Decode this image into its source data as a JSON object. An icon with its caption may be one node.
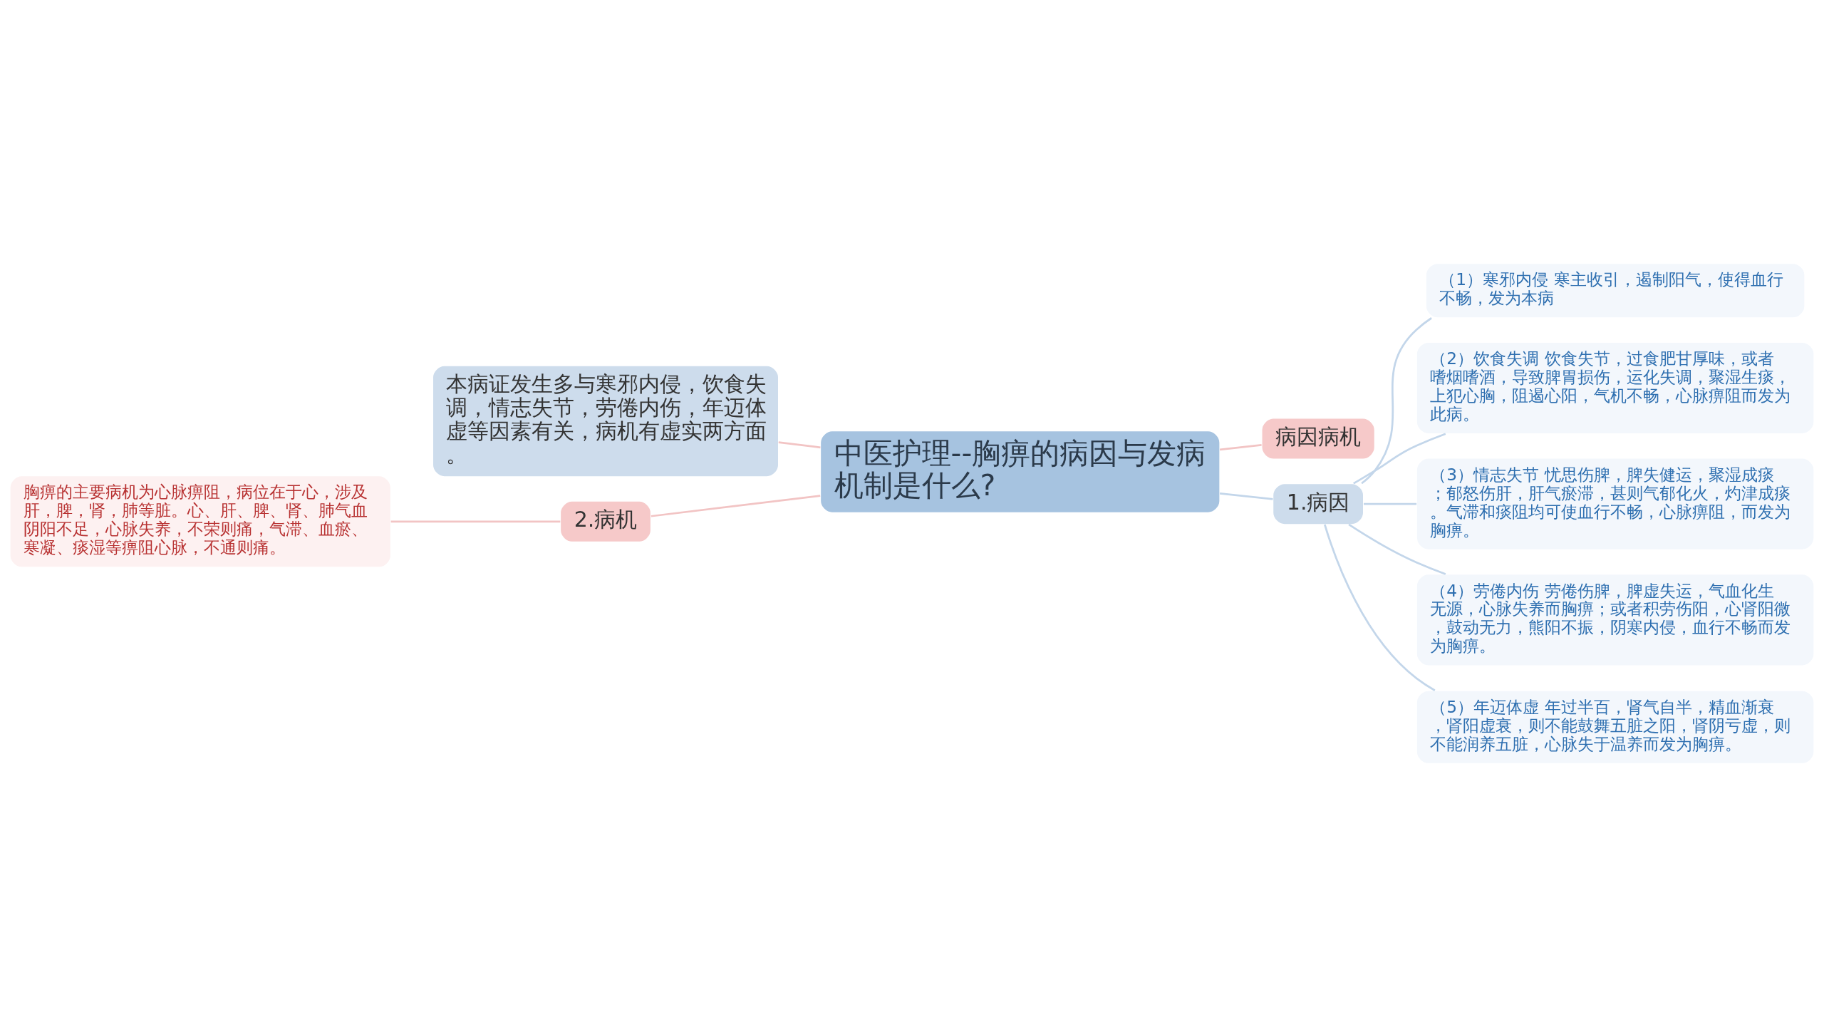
{
  "diagram": {
    "nodes": [
      {
        "text": [
          "中医护理--胸痹的病因与发病机制是什么?"
        ]
      },
      {
        "text": [
          "病因病机"
        ]
      },
      {
        "text": [
          "1.病因"
        ]
      },
      {
        "text": [
          "（1）寒邪内侵 寒主收引，遏制阳气，使得血行不畅，发为本病"
        ]
      },
      {
        "text": [
          "（2）饮食失调 饮食失节，过食肥甘厚味，或者嗜烟嗜酒，导致脾胃损伤，运化失调，聚湿生痰，上犯心胸，阻遏心阳，气机不畅，心脉痹阻而发为此病。"
        ]
      },
      {
        "text": [
          "（3）情志失节 忧思伤脾，脾失健运，聚湿成痰；郁怒伤肝，肝气瘀滞，甚则气郁化火，灼津成痰。气滞和痰阻均可使血行不畅，心脉痹阻，而发为胸痹。"
        ]
      },
      {
        "text": [
          "（4）劳倦内伤 劳倦伤脾，脾虚失运，气血化生无源，心脉失养而胸痹；或者积劳伤阳，心肾阳微，鼓动无力，熊阳不振，阴寒内侵，血行不畅而发为胸痹。"
        ]
      },
      {
        "text": [
          "（5）年迈体虚 年过半百，肾气自半，精血渐衰，肾阳虚衰，则不能鼓舞五脏之阳，肾阴亏虚，则不能润养五脏，心脉失于温养而发为胸痹。"
        ]
      },
      {
        "text": [
          "本病证发生多与寒邪内侵，饮食失调，情志失节，劳倦内伤，年迈体虚等因素有关，病机有虚实两方面。"
        ]
      },
      {
        "text": [
          "2.病机"
        ]
      },
      {
        "text": [
          "胸痹的主要病机为心脉痹阻，病位在于心，涉及肝，脾，肾，肺等脏。心、肝、脾、肾、肺气血阴阳不足，心脉失养，不荣则痛，气滞、血瘀、寒凝、痰湿等痹阻心脉，不通则痛。"
        ]
      }
    ],
    "edges": [
      {
        "from": 0,
        "to": 1,
        "arrow": "none",
        "color": "#f2c4c4"
      },
      {
        "from": 0,
        "to": 2,
        "arrow": "none"
      },
      {
        "from": 2,
        "to": 3,
        "arrow": "none"
      },
      {
        "from": 2,
        "to": 4,
        "arrow": "none"
      },
      {
        "from": 2,
        "to": 5,
        "arrow": "none"
      },
      {
        "from": 2,
        "to": 6,
        "arrow": "none"
      },
      {
        "from": 2,
        "to": 7,
        "arrow": "none"
      },
      {
        "from": 8,
        "to": 0,
        "arrow": "none",
        "color": "#f2c4c4"
      },
      {
        "from": 9,
        "to": 0,
        "arrow": "none",
        "color": "#f2c4c4"
      },
      {
        "from": 10,
        "to": 9,
        "arrow": "none",
        "color": "#f2c4c4"
      }
    ]
  }
}
